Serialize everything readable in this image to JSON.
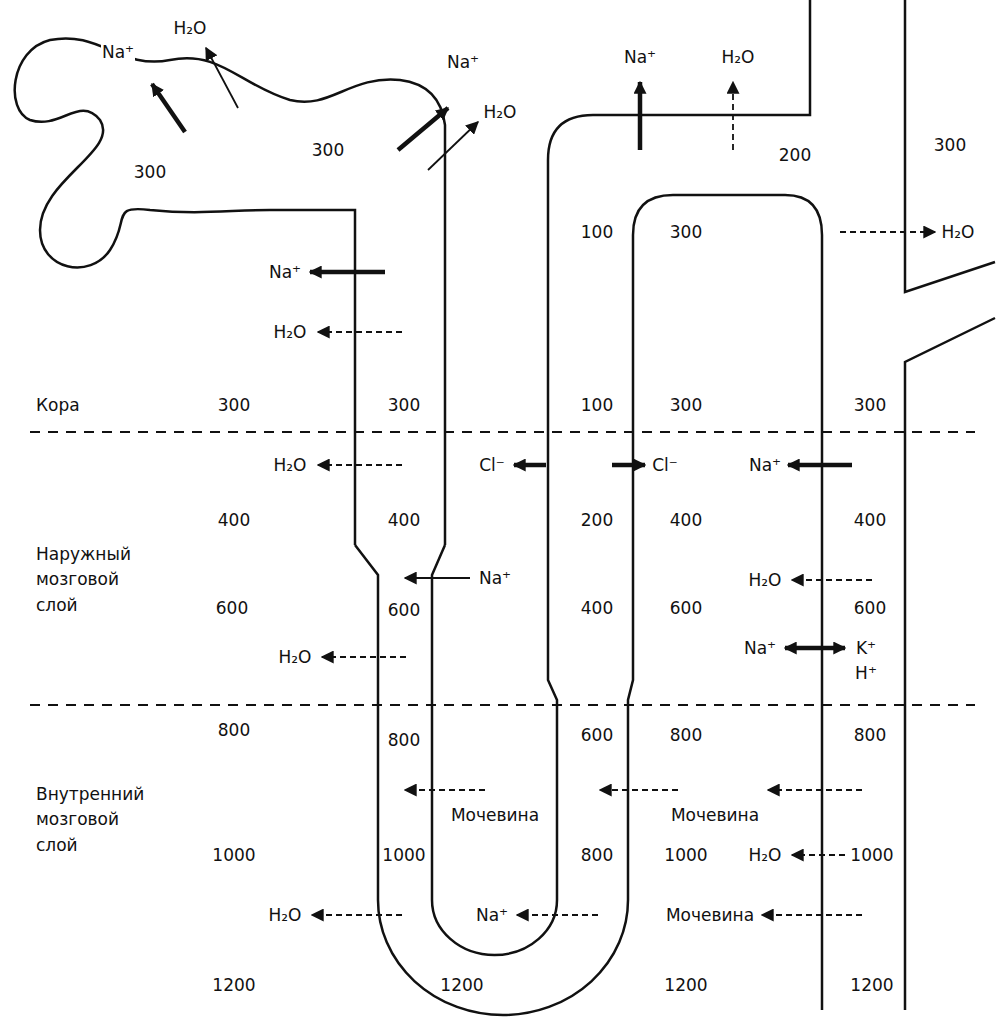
{
  "diagram": {
    "labels": [
      "Na⁺",
      "H₂O",
      "Na⁺",
      "H₂O",
      "Na⁺",
      "H₂O",
      "300",
      "300",
      "200",
      "300",
      "100",
      "300",
      "H₂O",
      "Na⁺",
      "H₂O",
      "Кора",
      "300",
      "300",
      "100",
      "300",
      "300",
      "H₂O",
      "Cl⁻",
      "Cl⁻",
      "Na⁺",
      "400",
      "400",
      "200",
      "400",
      "400",
      "Наружный мозговой слой",
      "Na⁺",
      "H₂O",
      "600",
      "600",
      "400",
      "600",
      "600",
      "H₂O",
      "Na⁺",
      "K⁺",
      "H⁺",
      "800",
      "800",
      "600",
      "800",
      "800",
      "Внутренний мозговой слой",
      "Мочевина",
      "Мочевина",
      "1000",
      "1000",
      "800",
      "1000",
      "H₂O",
      "1000",
      "H₂O",
      "Na⁺",
      "Мочевина",
      "1200",
      "1200",
      "1200",
      "1200"
    ]
  }
}
